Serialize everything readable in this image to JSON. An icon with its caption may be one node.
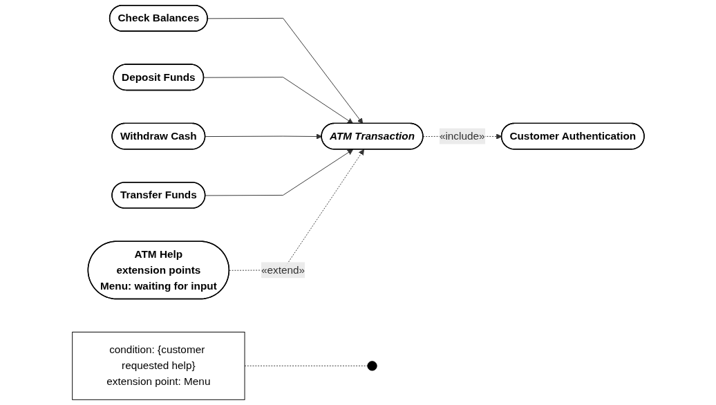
{
  "diagram": {
    "nodes": [
      {
        "text": [
          "Check Balances"
        ]
      },
      {
        "text": [
          "Deposit Funds"
        ]
      },
      {
        "text": [
          "Withdraw Cash"
        ]
      },
      {
        "text": [
          "Transfer Funds"
        ]
      },
      {
        "text": [
          "ATM Transaction"
        ]
      },
      {
        "text": [
          "Customer Authentication"
        ]
      },
      {
        "text": [
          "condition: {customer requested help}",
          "extension point: Menu"
        ]
      },
      {
        "text": [
          "ATM Help",
          "extension points",
          "Menu: waiting for input"
        ]
      }
    ],
    "edges": [
      {
        "from": 0,
        "to": 4,
        "arrow": "to"
      },
      {
        "from": 1,
        "to": 4,
        "arrow": "to"
      },
      {
        "from": 2,
        "to": 4,
        "arrow": "to"
      },
      {
        "from": 3,
        "to": 4,
        "arrow": "to"
      },
      {
        "from": 4,
        "to": 5,
        "arrow": "to",
        "label": "«include»",
        "style": "dashed"
      },
      {
        "from": 7,
        "to": 4,
        "arrow": "to",
        "label": "«extend»",
        "style": "dashed"
      },
      {
        "from": 6,
        "to": null,
        "arrow": "none",
        "style": "dashed"
      }
    ]
  }
}
